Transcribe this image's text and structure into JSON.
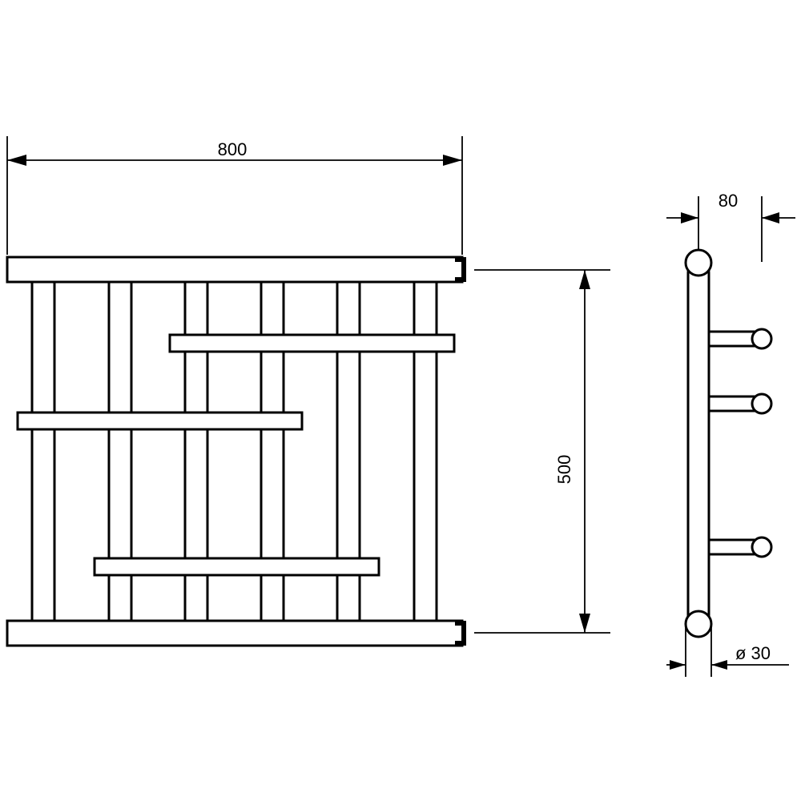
{
  "dimensions": {
    "width_label": "800",
    "height_label": "500",
    "depth_label": "80",
    "diameter_label": "ø 30"
  }
}
